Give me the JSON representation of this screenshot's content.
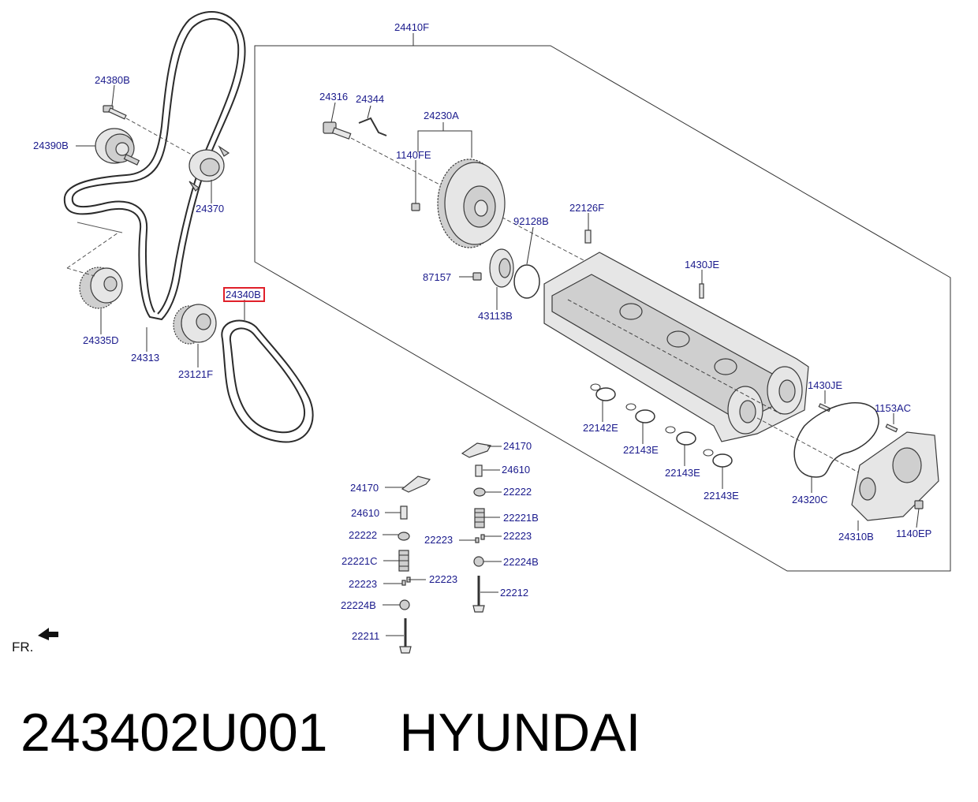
{
  "labels": {
    "l24410F": "24410F",
    "l24380B": "24380B",
    "l24390B": "24390B",
    "l24370": "24370",
    "l24316": "24316",
    "l24344": "24344",
    "l24230A": "24230A",
    "l1140FE": "1140FE",
    "l92128B": "92128B",
    "l22126F": "22126F",
    "l87157": "87157",
    "l43113B": "43113B",
    "l1430JE_a": "1430JE",
    "l1430JE_b": "1430JE",
    "l1153AC": "1153AC",
    "l24335D": "24335D",
    "l24313": "24313",
    "l24340B": "24340B",
    "l23121F": "23121F",
    "l22142E": "22142E",
    "l22143E_a": "22143E",
    "l22143E_b": "22143E",
    "l22143E_c": "22143E",
    "l24320C": "24320C",
    "l24310B": "24310B",
    "l1140EP": "1140EP",
    "l24170_r": "24170",
    "l24610_r": "24610",
    "l22222_r": "22222",
    "l22221B": "22221B",
    "l22223_r1": "22223",
    "l22223_m": "22223",
    "l22224B_r": "22224B",
    "l22212": "22212",
    "l24170_l": "24170",
    "l24610_l": "24610",
    "l22222_l": "22222",
    "l22221C": "22221C",
    "l22223_l": "22223",
    "l22223_l2": "22223",
    "l22224B_l": "22224B",
    "l22211": "22211",
    "fr": "FR."
  },
  "highlight_color": "#e0202a",
  "label_color": "#1a1a8c",
  "footer": {
    "part_number": "243402U001",
    "brand": "HYUNDAI"
  }
}
